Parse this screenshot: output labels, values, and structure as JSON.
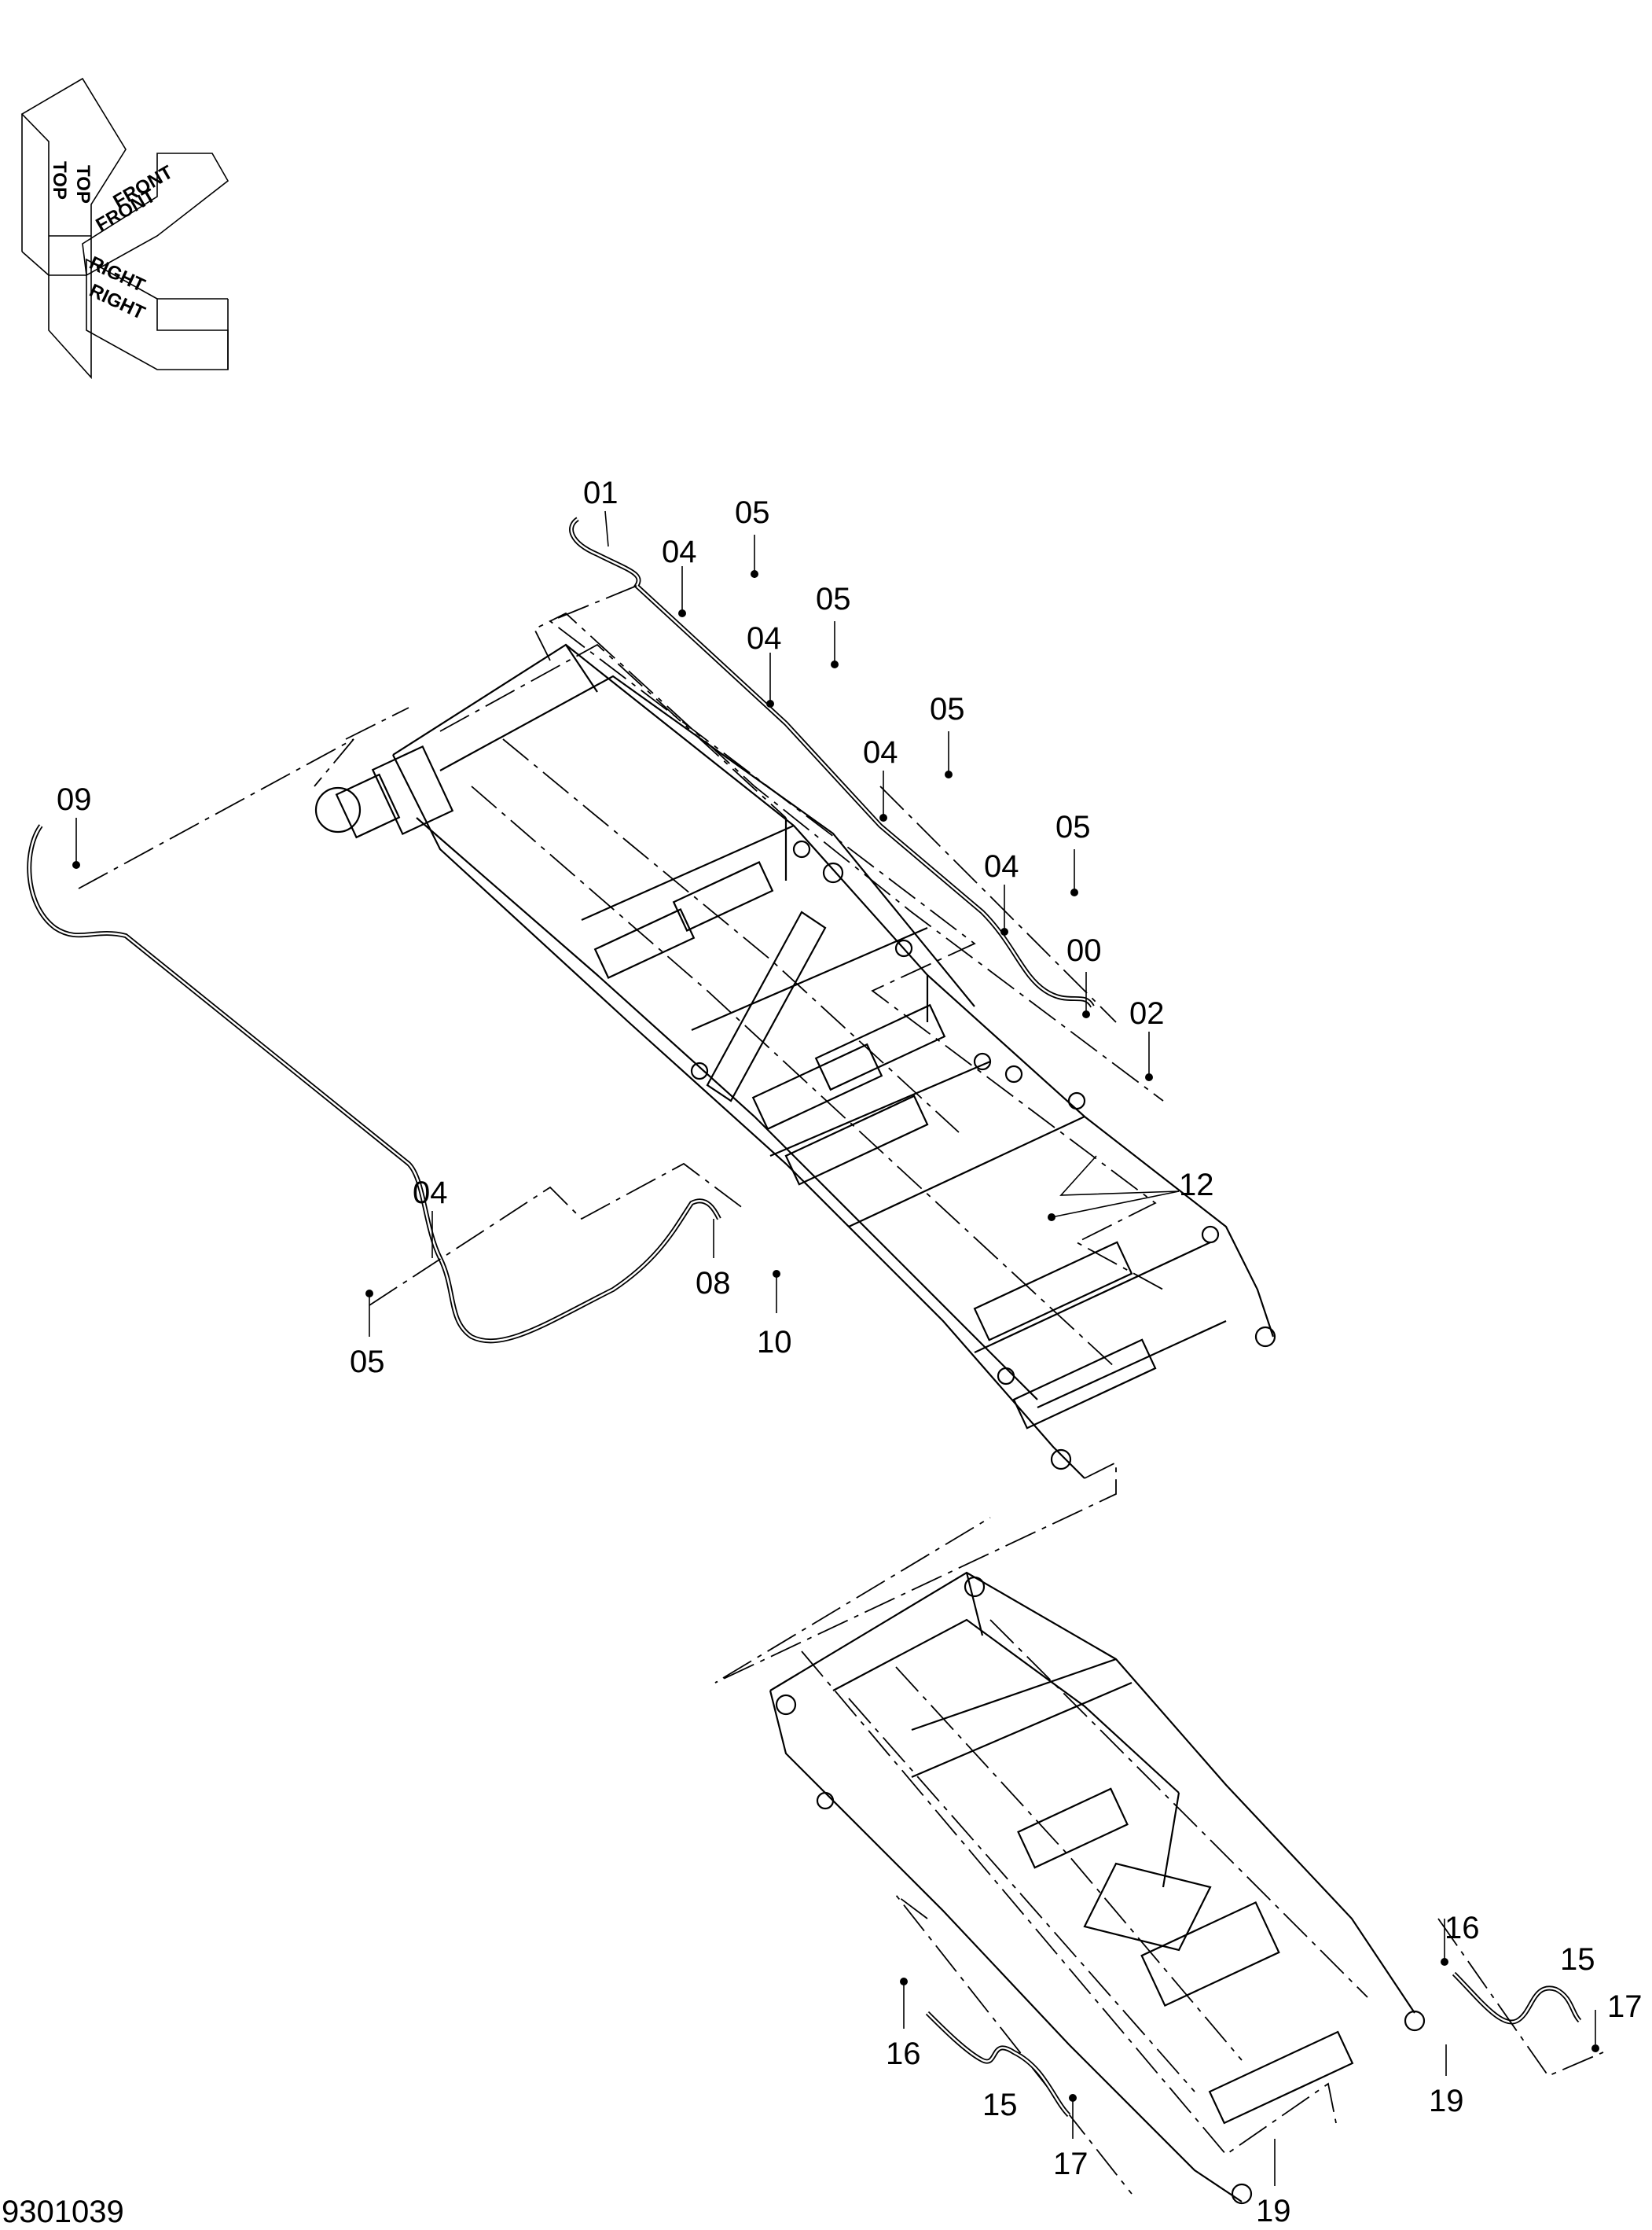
{
  "orientation": {
    "top_label": "TOP",
    "front_label": "FRONT",
    "right_label": "RIGHT"
  },
  "callouts": {
    "c01": "01",
    "c05a": "05",
    "c04a": "04",
    "c05b": "05",
    "c04b": "04",
    "c05c": "05",
    "c04c": "04",
    "c05d": "05",
    "c04d": "04",
    "c00": "00",
    "c02": "02",
    "c09": "09",
    "c12": "12",
    "c04e": "04",
    "c08": "08",
    "c05e": "05",
    "c10": "10",
    "c16a": "16",
    "c15a": "15",
    "c17a": "17",
    "c19a": "19",
    "c16b": "16",
    "c15b": "15",
    "c17b": "17",
    "c19b": "19"
  },
  "drawing_id": "9301039"
}
